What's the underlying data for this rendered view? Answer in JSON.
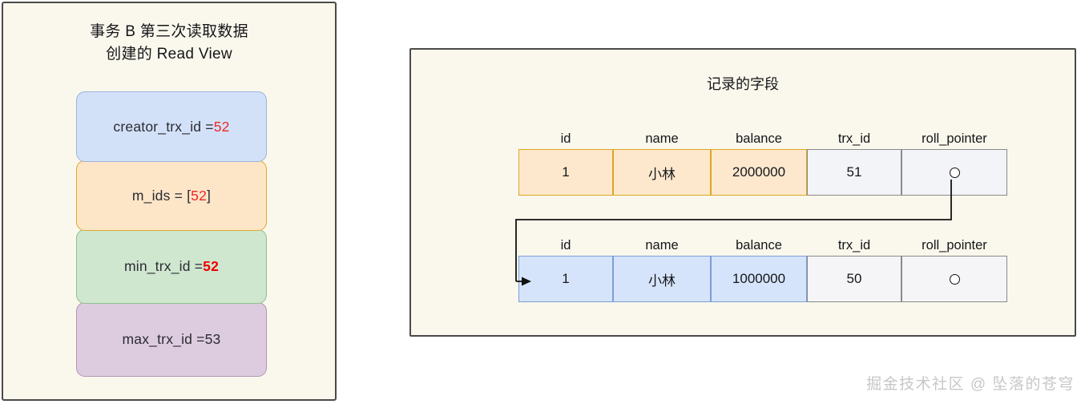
{
  "canvas": {
    "background": "#ffffff",
    "panel_background": "#faf8ec",
    "panel_border": "#4a4a4a"
  },
  "read_view_panel": {
    "title_line1": "事务 B 第三次读取数据",
    "title_line2": "创建的 Read View",
    "fields": [
      {
        "name": "creator_trx_id",
        "label": "creator_trx_id = ",
        "value": "52",
        "value_style": "red",
        "fill": "#d3e1f8",
        "stroke": "#9ab3dd"
      },
      {
        "name": "m_ids",
        "label": "m_ids = [",
        "value": "52",
        "label_suffix": "]",
        "value_style": "red",
        "fill": "#fde6c8",
        "stroke": "#e0a92a"
      },
      {
        "name": "min_trx_id",
        "label": "min_trx_id = ",
        "value": "52",
        "value_style": "red-bold",
        "fill": "#cfe6cf",
        "stroke": "#8fbf8f"
      },
      {
        "name": "max_trx_id",
        "label": "max_trx_id = ",
        "value": "53",
        "value_style": "plain",
        "fill": "#ddccdf",
        "stroke": "#b294b8"
      }
    ]
  },
  "record_panel": {
    "title": "记录的字段",
    "columns": [
      "id",
      "name",
      "balance",
      "trx_id",
      "roll_pointer"
    ],
    "rows": [
      {
        "version": "current",
        "id": "1",
        "name": "小林",
        "balance": "2000000",
        "trx_id": "51",
        "roll_pointer": "pointer-circle-icon",
        "fill": "#fde8ce",
        "stroke": "#dda723"
      },
      {
        "version": "undo",
        "id": "1",
        "name": "小林",
        "balance": "1000000",
        "trx_id": "50",
        "roll_pointer": "pointer-circle-icon",
        "fill": "#d6e4fb",
        "stroke": "#7c9fd6"
      }
    ],
    "trx_id_color": "#ff2a2a"
  },
  "watermark": {
    "text": "掘金技术社区 @ 坠落的苍穹",
    "color": "#c7c7c7"
  }
}
